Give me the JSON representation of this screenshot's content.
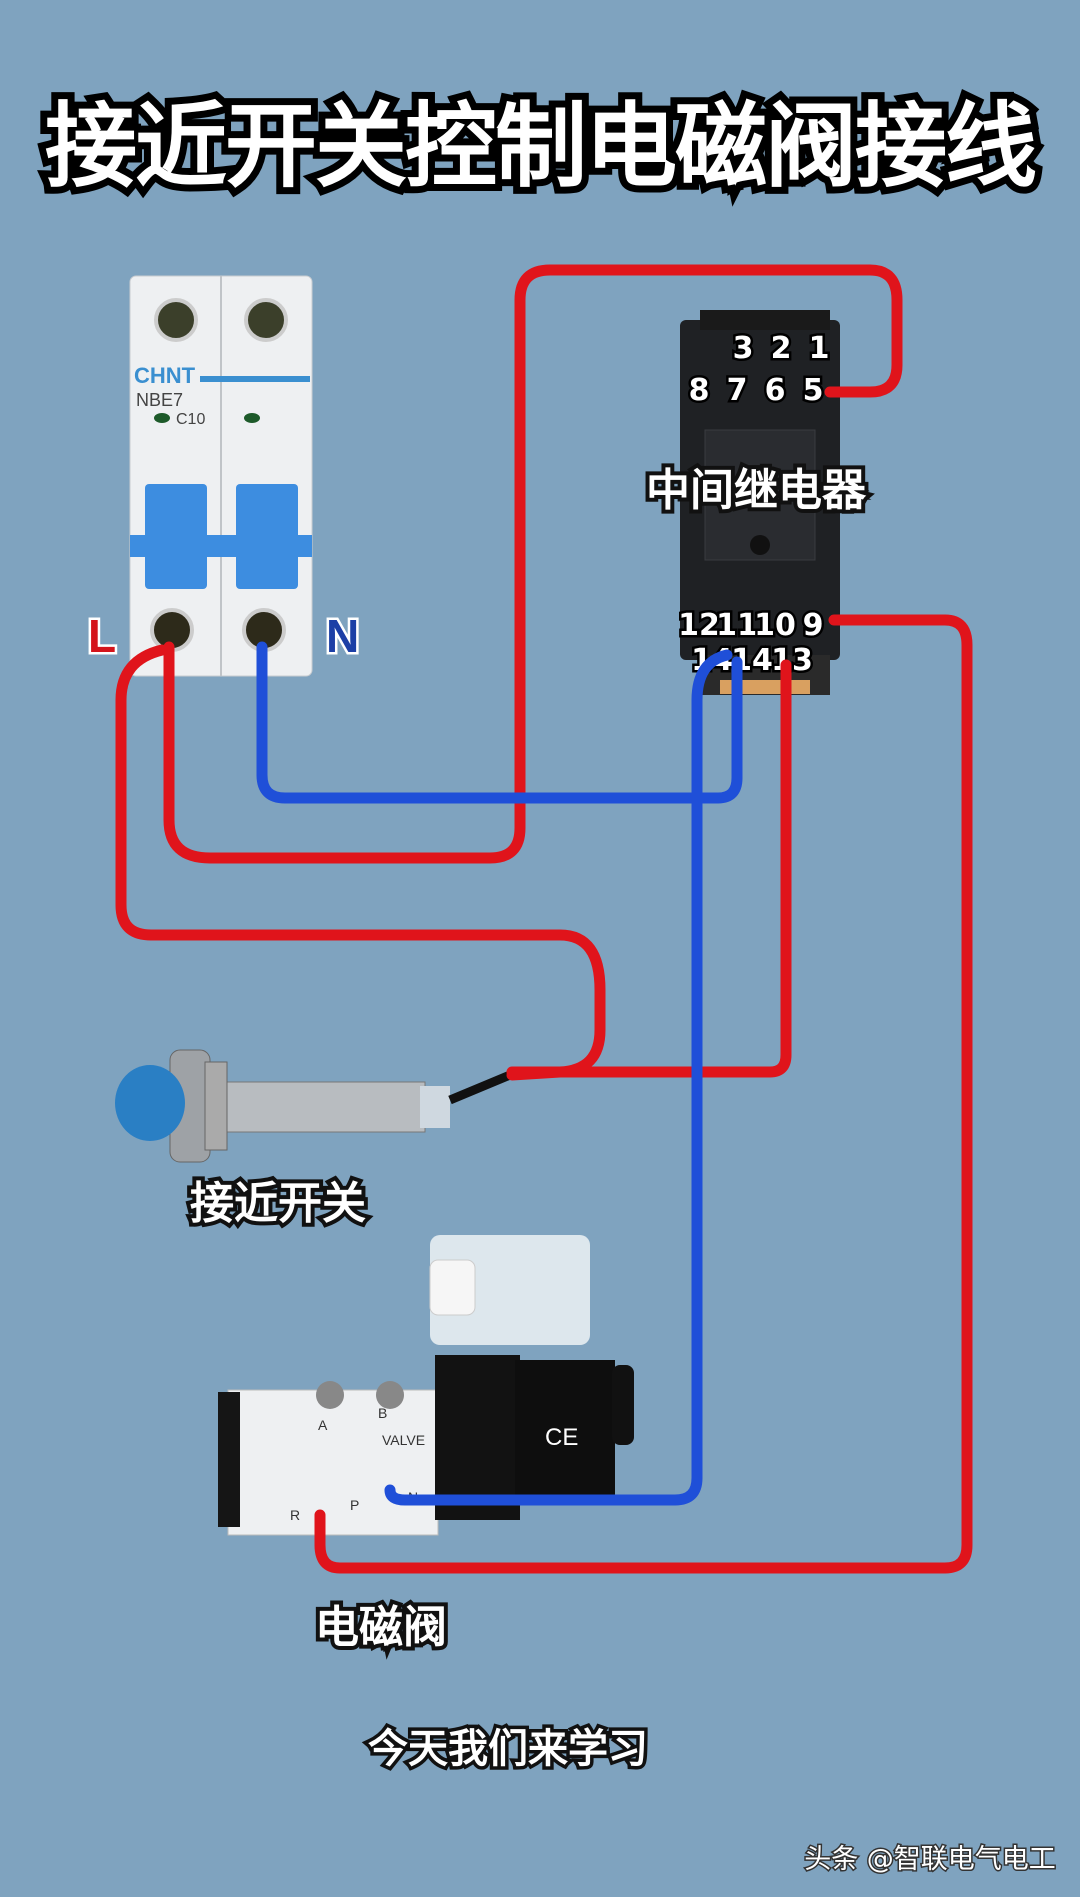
{
  "title": "接近开关控制电磁阀接线",
  "colors": {
    "background": "#7fa3bf",
    "live_wire": "#e0141b",
    "neutral_wire": "#1f4fd8",
    "L_label": "#d4141b",
    "N_label": "#1c3fa6"
  },
  "breaker": {
    "brand": "CHNT",
    "model": "NBE7",
    "rating": "C10",
    "L_label": "L",
    "N_label": "N"
  },
  "relay": {
    "label": "中间继电器",
    "top_row_1": [
      "3",
      "2",
      "1"
    ],
    "top_row_2": [
      "8",
      "7",
      "6",
      "5"
    ],
    "bottom_row_1": [
      "12",
      "11",
      "10",
      "9"
    ],
    "bottom_row_2": [
      "14",
      "14",
      "13"
    ]
  },
  "sensor": {
    "label": "接近开关"
  },
  "valve": {
    "label": "电磁阀",
    "port_a": "A",
    "port_b": "B",
    "port_r": "R",
    "port_p": "P",
    "port_n": "N",
    "badge": "VALVE",
    "mark": "CE"
  },
  "subtitle": "今天我们来学习",
  "footer": "头条 @智联电气电工"
}
